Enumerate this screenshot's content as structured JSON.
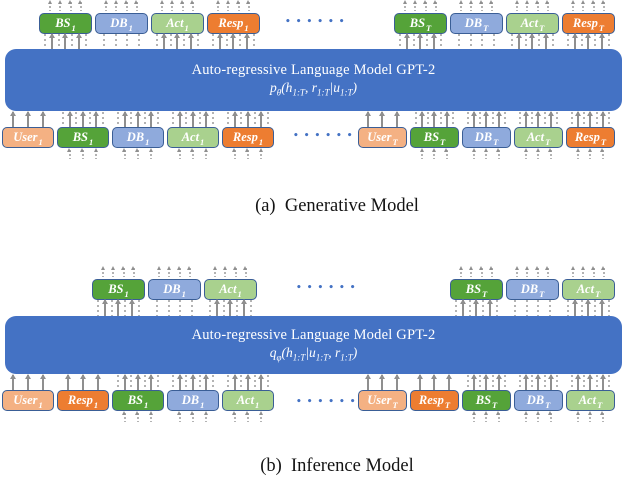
{
  "palette": {
    "model_blue": "#4472C4",
    "bs_green": "#55A339",
    "db_light_blue": "#8FAADC",
    "act_light_green": "#A9D18E",
    "resp_orange": "#ED7D31",
    "user_peach": "#F4B183",
    "box_border_blue": "#3A5E96",
    "arrow_gray": "#8F8F8F",
    "dots_blue": "#4472C4",
    "text_white": "#FFFFFF",
    "caption_black": "#141414"
  },
  "ellipsis": "••••••",
  "diagram_a": {
    "caption": "(a)  Generative Model",
    "model": {
      "title": "Auto-regressive Language Model GPT-2",
      "formula": [
        [
          "p",
          "θ"
        ],
        [
          "(h",
          "1:T"
        ],
        [
          ", r",
          "1:T"
        ],
        [
          "|u",
          "1:T"
        ],
        [
          ")",
          ""
        ]
      ]
    },
    "output_left": [
      {
        "base": "BS",
        "sub": "1",
        "type": "bs_green",
        "arrows": "mixed"
      },
      {
        "base": "DB",
        "sub": "1",
        "type": "db_light_blue",
        "arrows": "dotted"
      },
      {
        "base": "Act",
        "sub": "1",
        "type": "act_light_green",
        "arrows": "mixed"
      },
      {
        "base": "Resp",
        "sub": "1",
        "type": "resp_orange",
        "arrows": "mixed"
      }
    ],
    "output_right": [
      {
        "base": "BS",
        "sub": "T",
        "type": "bs_green",
        "arrows": "mixed"
      },
      {
        "base": "DB",
        "sub": "T",
        "type": "db_light_blue",
        "arrows": "dotted"
      },
      {
        "base": "Act",
        "sub": "T",
        "type": "act_light_green",
        "arrows": "mixed"
      },
      {
        "base": "Resp",
        "sub": "T",
        "type": "resp_orange",
        "arrows": "mixed"
      }
    ],
    "input_left": [
      {
        "base": "User",
        "sub": "1",
        "type": "user_peach",
        "arrows": "solid",
        "minis": false
      },
      {
        "base": "BS",
        "sub": "1",
        "type": "bs_green",
        "arrows": "mixed",
        "minis": true
      },
      {
        "base": "DB",
        "sub": "1",
        "type": "db_light_blue",
        "arrows": "mixed",
        "minis": true
      },
      {
        "base": "Act",
        "sub": "1",
        "type": "act_light_green",
        "arrows": "mixed",
        "minis": true
      },
      {
        "base": "Resp",
        "sub": "1",
        "type": "resp_orange",
        "arrows": "mixed",
        "minis": true
      }
    ],
    "input_right": [
      {
        "base": "User",
        "sub": "T",
        "type": "user_peach",
        "arrows": "solid",
        "minis": false
      },
      {
        "base": "BS",
        "sub": "T",
        "type": "bs_green",
        "arrows": "mixed",
        "minis": true
      },
      {
        "base": "DB",
        "sub": "T",
        "type": "db_light_blue",
        "arrows": "mixed",
        "minis": true
      },
      {
        "base": "Act",
        "sub": "T",
        "type": "act_light_green",
        "arrows": "mixed",
        "minis": true
      },
      {
        "base": "Resp",
        "sub": "T",
        "type": "resp_orange",
        "arrows": "mixed",
        "minis": true
      }
    ]
  },
  "diagram_b": {
    "caption": "(b)  Inference Model",
    "model": {
      "title": "Auto-regressive Language Model GPT-2",
      "formula": [
        [
          "q",
          "φ"
        ],
        [
          "(h",
          "1:T"
        ],
        [
          "|u",
          "1:T"
        ],
        [
          ", r",
          "1:T"
        ],
        [
          ")",
          ""
        ]
      ]
    },
    "output_left": [
      {
        "base": "BS",
        "sub": "1",
        "type": "bs_green",
        "arrows": "mixed"
      },
      {
        "base": "DB",
        "sub": "1",
        "type": "db_light_blue",
        "arrows": "dotted"
      },
      {
        "base": "Act",
        "sub": "1",
        "type": "act_light_green",
        "arrows": "mixed"
      }
    ],
    "output_right": [
      {
        "base": "BS",
        "sub": "T",
        "type": "bs_green",
        "arrows": "mixed"
      },
      {
        "base": "DB",
        "sub": "T",
        "type": "db_light_blue",
        "arrows": "dotted"
      },
      {
        "base": "Act",
        "sub": "T",
        "type": "act_light_green",
        "arrows": "mixed"
      }
    ],
    "input_left": [
      {
        "base": "User",
        "sub": "1",
        "type": "user_peach",
        "arrows": "solid",
        "minis": false
      },
      {
        "base": "Resp",
        "sub": "1",
        "type": "resp_orange",
        "arrows": "solid",
        "minis": false
      },
      {
        "base": "BS",
        "sub": "1",
        "type": "bs_green",
        "arrows": "mixed",
        "minis": true
      },
      {
        "base": "DB",
        "sub": "1",
        "type": "db_light_blue",
        "arrows": "mixed",
        "minis": true
      },
      {
        "base": "Act",
        "sub": "1",
        "type": "act_light_green",
        "arrows": "mixed",
        "minis": true
      }
    ],
    "input_right": [
      {
        "base": "User",
        "sub": "T",
        "type": "user_peach",
        "arrows": "solid",
        "minis": false
      },
      {
        "base": "Resp",
        "sub": "T",
        "type": "resp_orange",
        "arrows": "solid",
        "minis": false
      },
      {
        "base": "BS",
        "sub": "T",
        "type": "bs_green",
        "arrows": "mixed",
        "minis": true
      },
      {
        "base": "DB",
        "sub": "T",
        "type": "db_light_blue",
        "arrows": "mixed",
        "minis": true
      },
      {
        "base": "Act",
        "sub": "T",
        "type": "act_light_green",
        "arrows": "mixed",
        "minis": true
      }
    ]
  }
}
